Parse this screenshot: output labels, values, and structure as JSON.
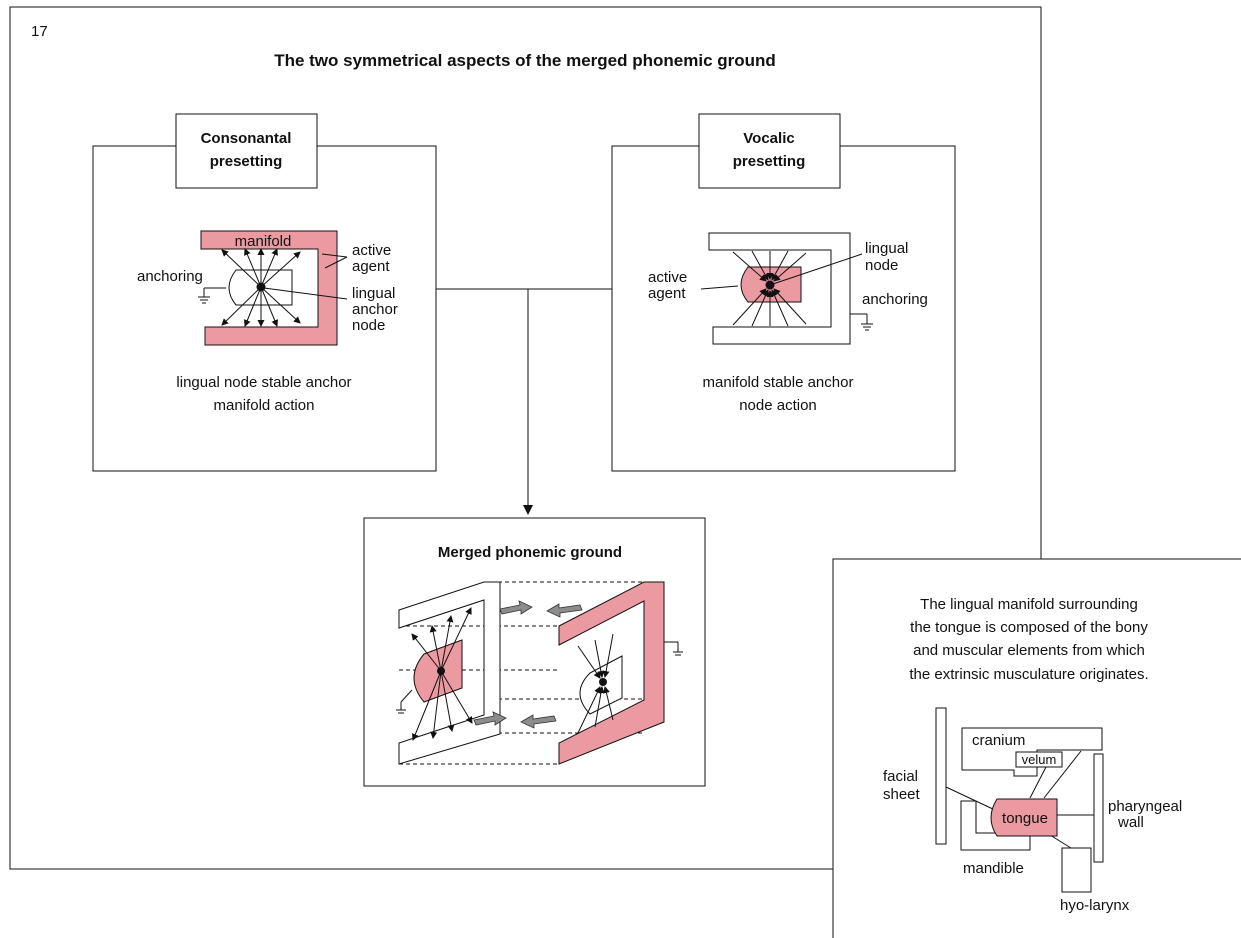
{
  "page_number": "17",
  "title": "The two symmetrical aspects of the merged phonemic ground",
  "consonantal": {
    "heading_line1": "Consonantal",
    "heading_line2": "presetting",
    "manifold": "manifold",
    "active_agent_1": "active",
    "active_agent_2": "agent",
    "anchoring": "anchoring",
    "lingual_1": "lingual",
    "lingual_2": "anchor",
    "lingual_3": "node",
    "caption_line1": "lingual node stable anchor",
    "caption_line2": "manifold action"
  },
  "vocalic": {
    "heading_line1": "Vocalic",
    "heading_line2": "presetting",
    "active_agent_1": "active",
    "active_agent_2": "agent",
    "lingual_1": "lingual",
    "lingual_2": "node",
    "anchoring": "anchoring",
    "caption_line1": "manifold stable anchor",
    "caption_line2": "node action"
  },
  "merged": {
    "heading": "Merged phonemic ground"
  },
  "inset": {
    "text_line1": "The lingual manifold surrounding",
    "text_line2": "the tongue is composed of the bony",
    "text_line3": "and muscular elements from which",
    "text_line4": "the extrinsic musculature originates.",
    "cranium": "cranium",
    "velum": "velum",
    "facial_1": "facial",
    "facial_2": "sheet",
    "tongue": "tongue",
    "pharyngeal_1": "pharyngeal",
    "pharyngeal_2": "wall",
    "mandible": "mandible",
    "hyo_larynx": "hyo-larynx"
  },
  "colors": {
    "pink": "#ec9aa2",
    "line": "#111111",
    "arrow_grey": "#8c8c8c"
  }
}
